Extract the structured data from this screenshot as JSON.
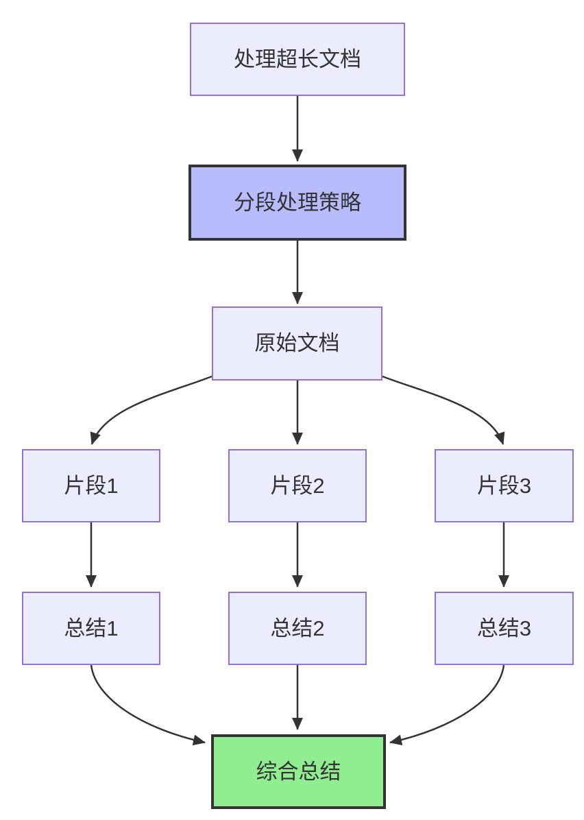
{
  "diagram": {
    "type": "flowchart",
    "direction": "top-down",
    "nodes": [
      {
        "id": "A",
        "label": "处理超长文档",
        "style": "default"
      },
      {
        "id": "B",
        "label": "分段处理策略",
        "style": "emphasis"
      },
      {
        "id": "C",
        "label": "原始文档",
        "style": "default"
      },
      {
        "id": "D",
        "label": "片段1",
        "style": "default"
      },
      {
        "id": "E",
        "label": "片段2",
        "style": "default"
      },
      {
        "id": "F",
        "label": "片段3",
        "style": "default"
      },
      {
        "id": "G",
        "label": "总结1",
        "style": "default"
      },
      {
        "id": "H",
        "label": "总结2",
        "style": "default"
      },
      {
        "id": "I",
        "label": "总结3",
        "style": "default"
      },
      {
        "id": "J",
        "label": "综合总结",
        "style": "success"
      }
    ],
    "edges": [
      {
        "from": "A",
        "to": "B"
      },
      {
        "from": "B",
        "to": "C"
      },
      {
        "from": "C",
        "to": "D"
      },
      {
        "from": "C",
        "to": "E"
      },
      {
        "from": "C",
        "to": "F"
      },
      {
        "from": "D",
        "to": "G"
      },
      {
        "from": "E",
        "to": "H"
      },
      {
        "from": "F",
        "to": "I"
      },
      {
        "from": "G",
        "to": "J"
      },
      {
        "from": "H",
        "to": "J"
      },
      {
        "from": "I",
        "to": "J"
      }
    ],
    "colors": {
      "node_fill": "#ECECFF",
      "node_border": "#9370DB",
      "emphasis_fill": "#B8BBFC",
      "emphasis_border": "#333333",
      "success_fill": "#90EE90",
      "success_border": "#333333",
      "edge": "#333333",
      "text": "#333333",
      "background": "#FFFFFF"
    }
  }
}
